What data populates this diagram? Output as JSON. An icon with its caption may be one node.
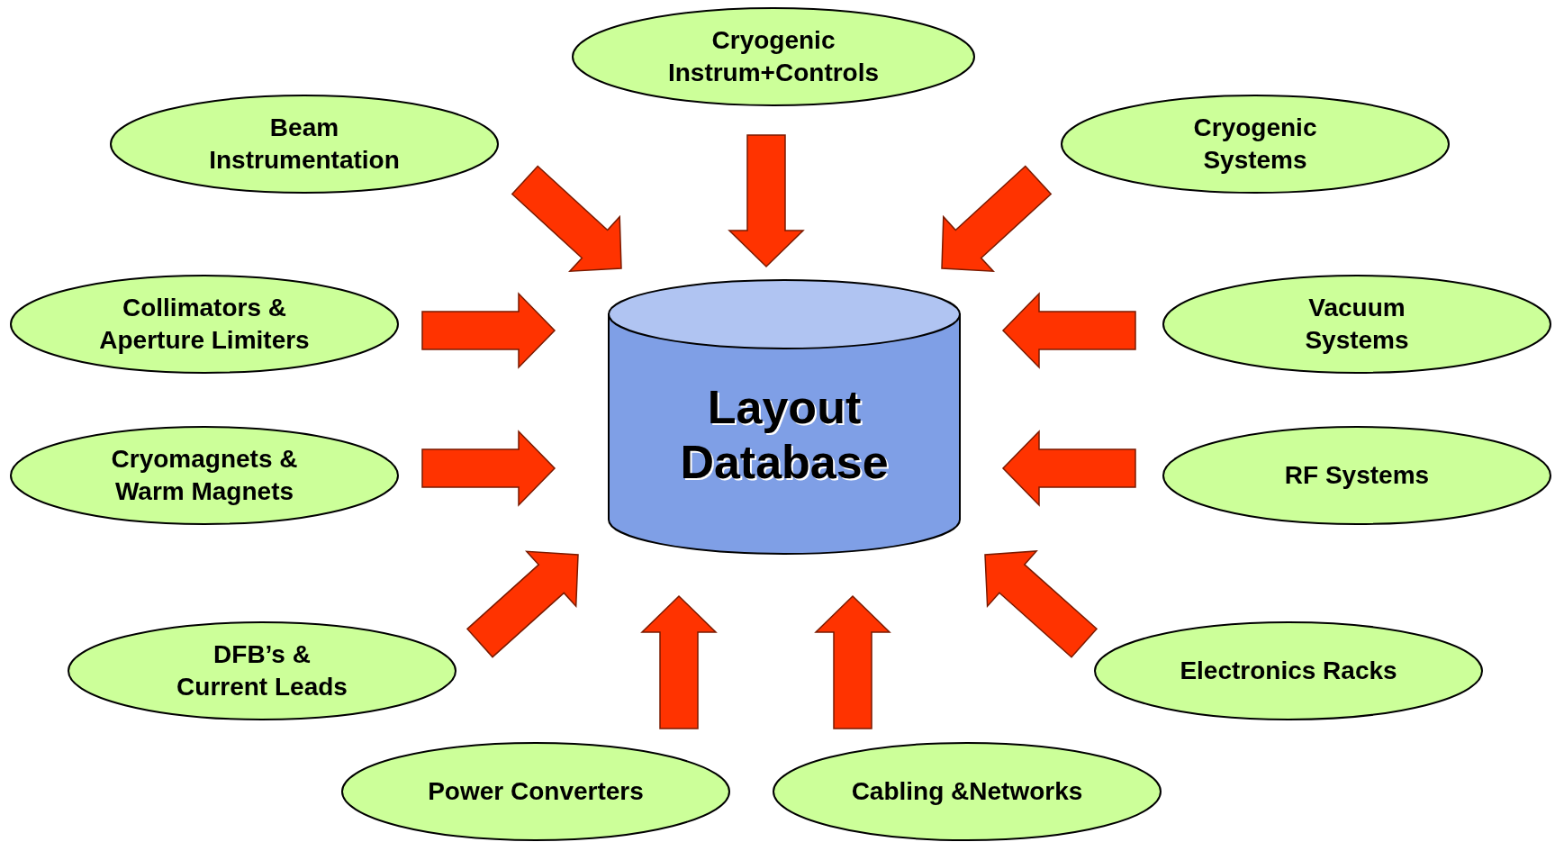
{
  "diagram": {
    "nodes": [
      {
        "text": [
          "Cryogenic Instrum+Controls"
        ]
      },
      {
        "text": [
          "Beam Instrumentation"
        ]
      },
      {
        "text": [
          "Cryogenic Systems"
        ]
      },
      {
        "text": [
          "Collimators & Aperture Limiters"
        ]
      },
      {
        "text": [
          "Vacuum Systems"
        ]
      },
      {
        "text": [
          "Cryomagnets & Warm Magnets"
        ]
      },
      {
        "text": [
          "RF Systems"
        ]
      },
      {
        "text": [
          "DFB’s & Current Leads"
        ]
      },
      {
        "text": [
          "Electronics Racks"
        ]
      },
      {
        "text": [
          "Power Converters"
        ]
      },
      {
        "text": [
          "Cabling &Networks"
        ]
      },
      {
        "text": [
          "Layout Database"
        ]
      }
    ],
    "edges": [
      {
        "from": 0,
        "to": 11,
        "arrow": "to"
      },
      {
        "from": 1,
        "to": 11,
        "arrow": "to"
      },
      {
        "from": 2,
        "to": 11,
        "arrow": "to"
      },
      {
        "from": 3,
        "to": 11,
        "arrow": "to"
      },
      {
        "from": 4,
        "to": 11,
        "arrow": "to"
      },
      {
        "from": 5,
        "to": 11,
        "arrow": "to"
      },
      {
        "from": 6,
        "to": 11,
        "arrow": "to"
      },
      {
        "from": 7,
        "to": 11,
        "arrow": "to"
      },
      {
        "from": 8,
        "to": 11,
        "arrow": "to"
      },
      {
        "from": 9,
        "to": 11,
        "arrow": "to"
      },
      {
        "from": 10,
        "to": 11,
        "arrow": "to"
      }
    ]
  }
}
